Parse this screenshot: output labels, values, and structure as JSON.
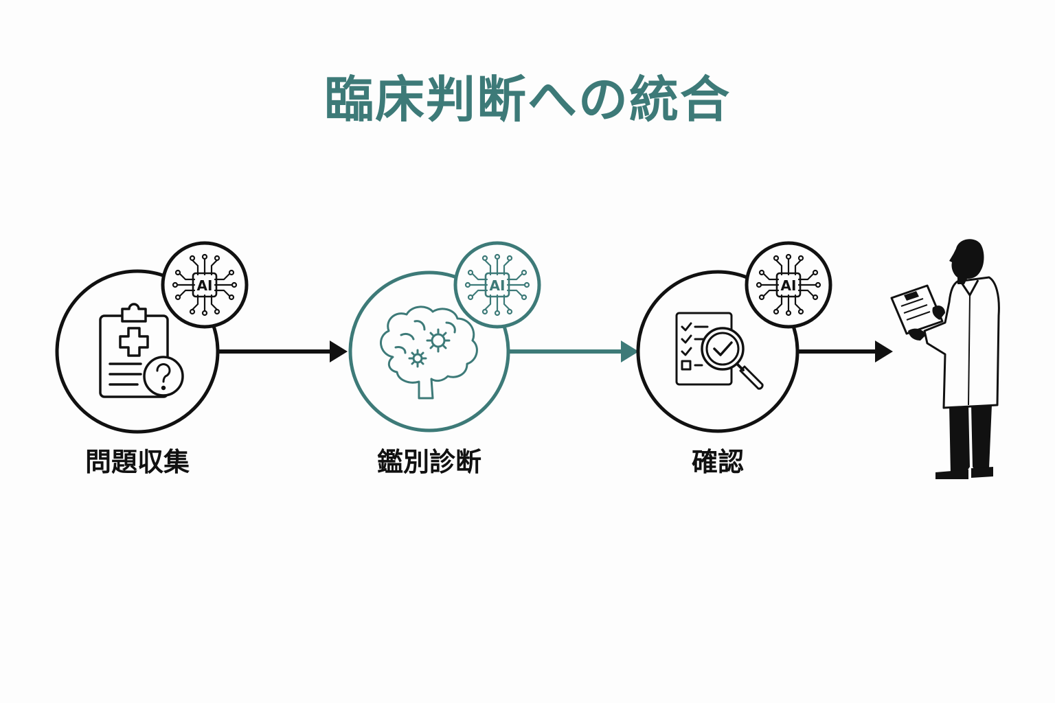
{
  "title": "臨床判断への統合",
  "colors": {
    "accent": "#3d7a78",
    "ink": "#111111",
    "background": "#fdfdfd"
  },
  "steps": [
    {
      "label": "問題収集",
      "icon": "clipboard-question-icon",
      "badge": "AI",
      "highlighted": false
    },
    {
      "label": "鑑別診断",
      "icon": "brain-gears-icon",
      "badge": "AI",
      "highlighted": true
    },
    {
      "label": "確認",
      "icon": "checklist-magnifier-icon",
      "badge": "AI",
      "highlighted": false
    }
  ],
  "final": {
    "icon": "doctor-with-clipboard-icon"
  }
}
